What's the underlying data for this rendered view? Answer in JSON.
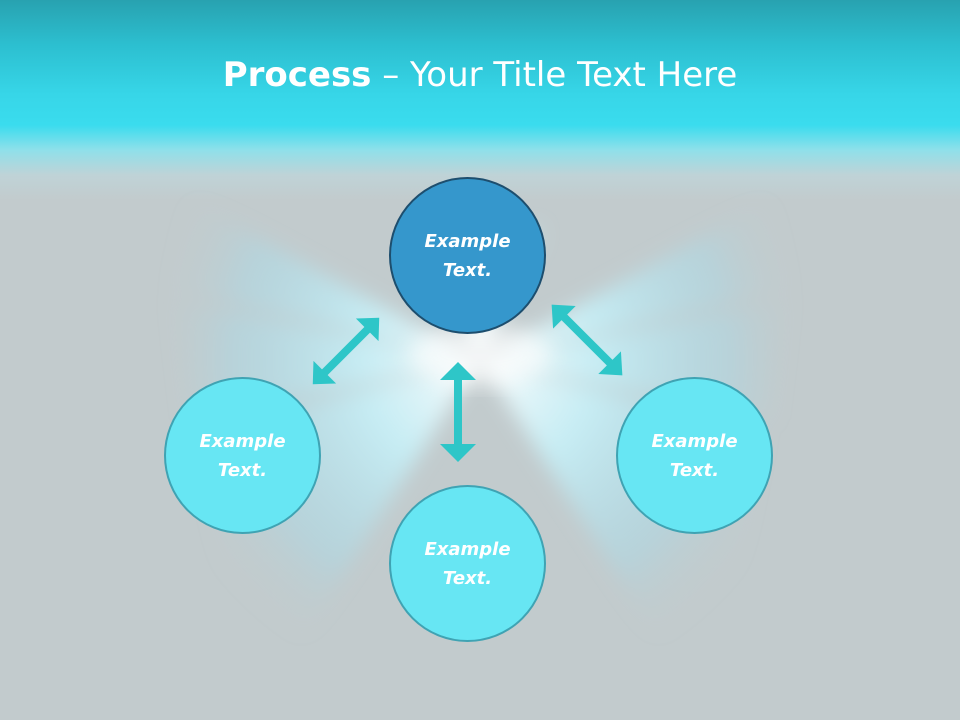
{
  "slide": {
    "title_bold": "Process",
    "title_rest": " – Your Title Text Here"
  },
  "nodes": [
    {
      "label_line1": "Example",
      "label_line2": "Text."
    },
    {
      "label_line1": "Example",
      "label_line2": "Text."
    },
    {
      "label_line1": "Example",
      "label_line2": "Text."
    },
    {
      "label_line1": "Example",
      "label_line2": "Text."
    }
  ],
  "colors": {
    "header_cyan": "#3adcee",
    "background_gray": "#c2cbcd",
    "top_node_fill": "#3597cc",
    "top_node_border": "#1d4e6e",
    "node_fill": "#67e6f3",
    "node_border": "#3fa3b3",
    "arrow_color": "#2ec6c8"
  },
  "arrows": [
    {
      "name": "top-left",
      "type": "double-headed"
    },
    {
      "name": "top-bottom",
      "type": "double-headed"
    },
    {
      "name": "top-right",
      "type": "double-headed"
    }
  ]
}
